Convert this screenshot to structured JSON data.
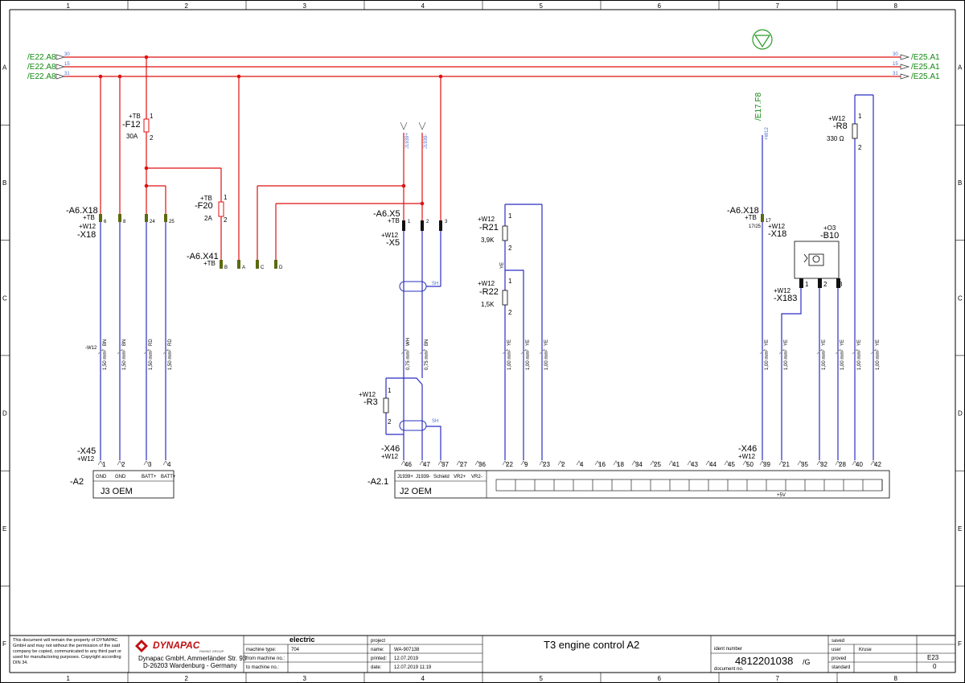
{
  "grid": {
    "columns": [
      "1",
      "2",
      "3",
      "4",
      "5",
      "6",
      "7",
      "8"
    ],
    "rows": [
      "A",
      "B",
      "C",
      "D",
      "E",
      "F"
    ]
  },
  "rails": {
    "left_refs": [
      "/E22.A8",
      "/E22.A8",
      "/E22.A8"
    ],
    "right_refs": [
      "/E25.A1",
      "/E25.A1",
      "/E25.A1"
    ],
    "left_nums": [
      "30",
      "15",
      "31"
    ],
    "right_nums": [
      "30",
      "15",
      "31"
    ]
  },
  "components": {
    "f12": {
      "loc": "+TB",
      "name": "-F12",
      "pin1": "1",
      "pin2": "2",
      "value": "30A"
    },
    "f20": {
      "loc": "+TB",
      "name": "-F20",
      "pin1": "1",
      "pin2": "2",
      "value": "2A"
    },
    "x18_left": {
      "name": "-A6.X18",
      "loc": "+TB",
      "loc2": "+W12",
      "name2": "-X18",
      "pins": [
        "6",
        "8",
        "24",
        "25"
      ]
    },
    "x41": {
      "name": "-A6.X41",
      "loc": "+TB",
      "pins": [
        "B",
        "A",
        "C",
        "D"
      ]
    },
    "x5": {
      "name": "-A6.X5",
      "loc": "+TB",
      "loc2": "+W12",
      "name2": "-X5",
      "pins": [
        "1",
        "2",
        "3"
      ]
    },
    "r21": {
      "loc": "+W12",
      "name": "-R21",
      "pin1": "1",
      "pin2": "2",
      "value": "3,9K"
    },
    "r22": {
      "loc": "+W12",
      "name": "-R22",
      "pin1": "1",
      "pin2": "2",
      "value": "1,5K"
    },
    "r3": {
      "loc": "+W12",
      "name": "-R3",
      "pin1": "1",
      "pin2": "2"
    },
    "r8": {
      "loc": "+W12",
      "name": "-R8",
      "pin1": "1",
      "pin2": "2",
      "value": "330 Ω"
    },
    "x18_right": {
      "name": "-A6.X18",
      "loc": "+TB",
      "pin": "17",
      "pin_ref": "17/25",
      "loc2": "+W12",
      "name2": "-X18"
    },
    "b10": {
      "loc": "+O3",
      "name": "-B10",
      "pins": [
        "1",
        "2",
        "3"
      ]
    },
    "x183": {
      "loc": "+W12",
      "name": "-X183"
    },
    "e17_ref": "/E17.F8",
    "ye": "YE",
    "shield": "SH",
    "j1939p": "J1939+",
    "j1939m": "J1939-"
  },
  "cables": {
    "w12": "-W12",
    "left": [
      {
        "color": "BN",
        "section": "1,50 mm²"
      },
      {
        "color": "BN",
        "section": "1,50 mm²"
      },
      {
        "color": "RD",
        "section": "1,50 mm²"
      },
      {
        "color": "RD",
        "section": "1,50 mm²"
      }
    ],
    "mid": [
      {
        "color": "WH",
        "section": "0,75 mm²"
      },
      {
        "color": "BN",
        "section": "0,75 mm²"
      }
    ],
    "ye_group": [
      {
        "color": "YE",
        "section": "1,00 mm²"
      },
      {
        "color": "YE",
        "section": "1,00 mm²"
      },
      {
        "color": "YE",
        "section": "1,00 mm²"
      }
    ],
    "right": [
      {
        "color": "YE",
        "section": "1,00 mm²"
      },
      {
        "color": "YE",
        "section": "1,00 mm²"
      },
      {
        "color": "YE",
        "section": "1,00 mm²"
      },
      {
        "color": "YE",
        "section": "1,00 mm²"
      },
      {
        "color": "YE",
        "section": "1,00 mm²"
      },
      {
        "color": "YE",
        "section": "1,00 mm²"
      }
    ]
  },
  "connectors": {
    "x45": {
      "name": "-X45",
      "loc": "+W12",
      "pins": [
        "1",
        "2",
        "3",
        "4"
      ]
    },
    "x46_left": {
      "name": "-X46",
      "loc": "+W12"
    },
    "x46_right": {
      "name": "-X46",
      "loc": "+W12"
    },
    "j3": {
      "ref": "-A2",
      "title": "J3 OEM",
      "signals": [
        "GND",
        "GND",
        "BATT+",
        "BATT+"
      ]
    },
    "j2": {
      "ref": "-A2.1",
      "title": "J2 OEM",
      "signals": [
        "J1939+",
        "J1939-",
        "Schield",
        "VR2+",
        "VR2-"
      ],
      "pins": [
        "46",
        "47",
        "37",
        "27",
        "36",
        "22",
        "9",
        "23",
        "2",
        "4",
        "16",
        "18",
        "34",
        "25",
        "41",
        "43",
        "44",
        "45",
        "50",
        "39",
        "21",
        "35",
        "32",
        "28",
        "40",
        "42"
      ],
      "plus5v": "+5V"
    }
  },
  "title_block": {
    "disclaimer": "This document will remain the property of DYNAPAC GmbH and may not without the permission of the said company be copied, communicated to any third part or used for manufactoring purposes. Copyright according DIN 34.",
    "brand": "DYNAPAC",
    "brand_sub": "PAVING GROUP",
    "address1": "Dynapac GmbH, Ammerländer Str. 93",
    "address2": "D-26203 Wardenburg - Germany",
    "electric": "electric",
    "machine_type_label": "machine type:",
    "machine_type": "704",
    "from_machine_label": "from machine no.:",
    "to_machine_label": "to machine no.:",
    "project": "project",
    "name_label": "name:",
    "name": "WA-907138",
    "printed_label": "printed:",
    "printed": "12.07.2019",
    "date_label": "date:",
    "date": "12.07.2019  11:19",
    "title": "T3 engine control A2",
    "ident_label": "ident number",
    "ident": "4812201038",
    "ident_rev": "/G",
    "document_label": "document no.",
    "saved": "saved",
    "user_label": "user",
    "user": "Kruse",
    "proved": "proved",
    "standard": "standard",
    "sheet": "E23",
    "sheet_sub": "0"
  }
}
